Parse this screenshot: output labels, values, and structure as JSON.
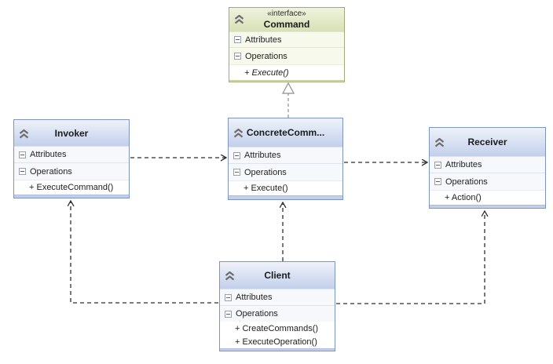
{
  "labels": {
    "attributes": "Attributes",
    "operations": "Operations"
  },
  "classes": {
    "command": {
      "kind": "interface",
      "stereotype": "«interface»",
      "name": "Command",
      "operations": [
        "+ Execute()"
      ]
    },
    "invoker": {
      "kind": "class",
      "name": "Invoker",
      "operations": [
        "+ ExecuteCommand()"
      ]
    },
    "concrete_command": {
      "kind": "class",
      "name": "ConcreteComm...",
      "operations": [
        "+ Execute()"
      ]
    },
    "receiver": {
      "kind": "class",
      "name": "Receiver",
      "operations": [
        "+ Action()"
      ]
    },
    "client": {
      "kind": "class",
      "name": "Client",
      "operations": [
        "+ CreateCommands()",
        "+ ExecuteOperation()"
      ]
    }
  },
  "relationships": [
    {
      "from": "ConcreteCommand",
      "to": "Command",
      "type": "realization",
      "line": "dashed",
      "arrow": "hollow-triangle"
    },
    {
      "from": "Invoker",
      "to": "ConcreteCommand",
      "type": "dependency",
      "line": "dashed",
      "arrow": "open"
    },
    {
      "from": "ConcreteCommand",
      "to": "Receiver",
      "type": "dependency",
      "line": "dashed",
      "arrow": "open"
    },
    {
      "from": "Client",
      "to": "ConcreteCommand",
      "type": "dependency",
      "line": "dashed",
      "arrow": "open"
    },
    {
      "from": "Client",
      "to": "Invoker",
      "type": "dependency",
      "line": "dashed",
      "arrow": "open"
    },
    {
      "from": "Client",
      "to": "Receiver",
      "type": "dependency",
      "line": "dashed",
      "arrow": "open"
    }
  ],
  "icons": {
    "collapse_chevron": "double-chevron-up",
    "compartment_toggle": "minus-box"
  },
  "colors": {
    "background": "#ffffff",
    "class_border": "#7d95c5",
    "class_header_top": "#eef2fa",
    "class_header_bottom": "#c3cfeb",
    "class_footer": "#c3cfea",
    "interface_border": "#a2a97b",
    "interface_header_top": "#eff3de",
    "interface_header_bottom": "#d7e1b5",
    "compartment_bg": "#f6f8fc",
    "member_bg": "#ffffff",
    "connector": "#2e2e2e",
    "realization_connector": "#8f8f8f",
    "text": "#1b1b1b"
  }
}
